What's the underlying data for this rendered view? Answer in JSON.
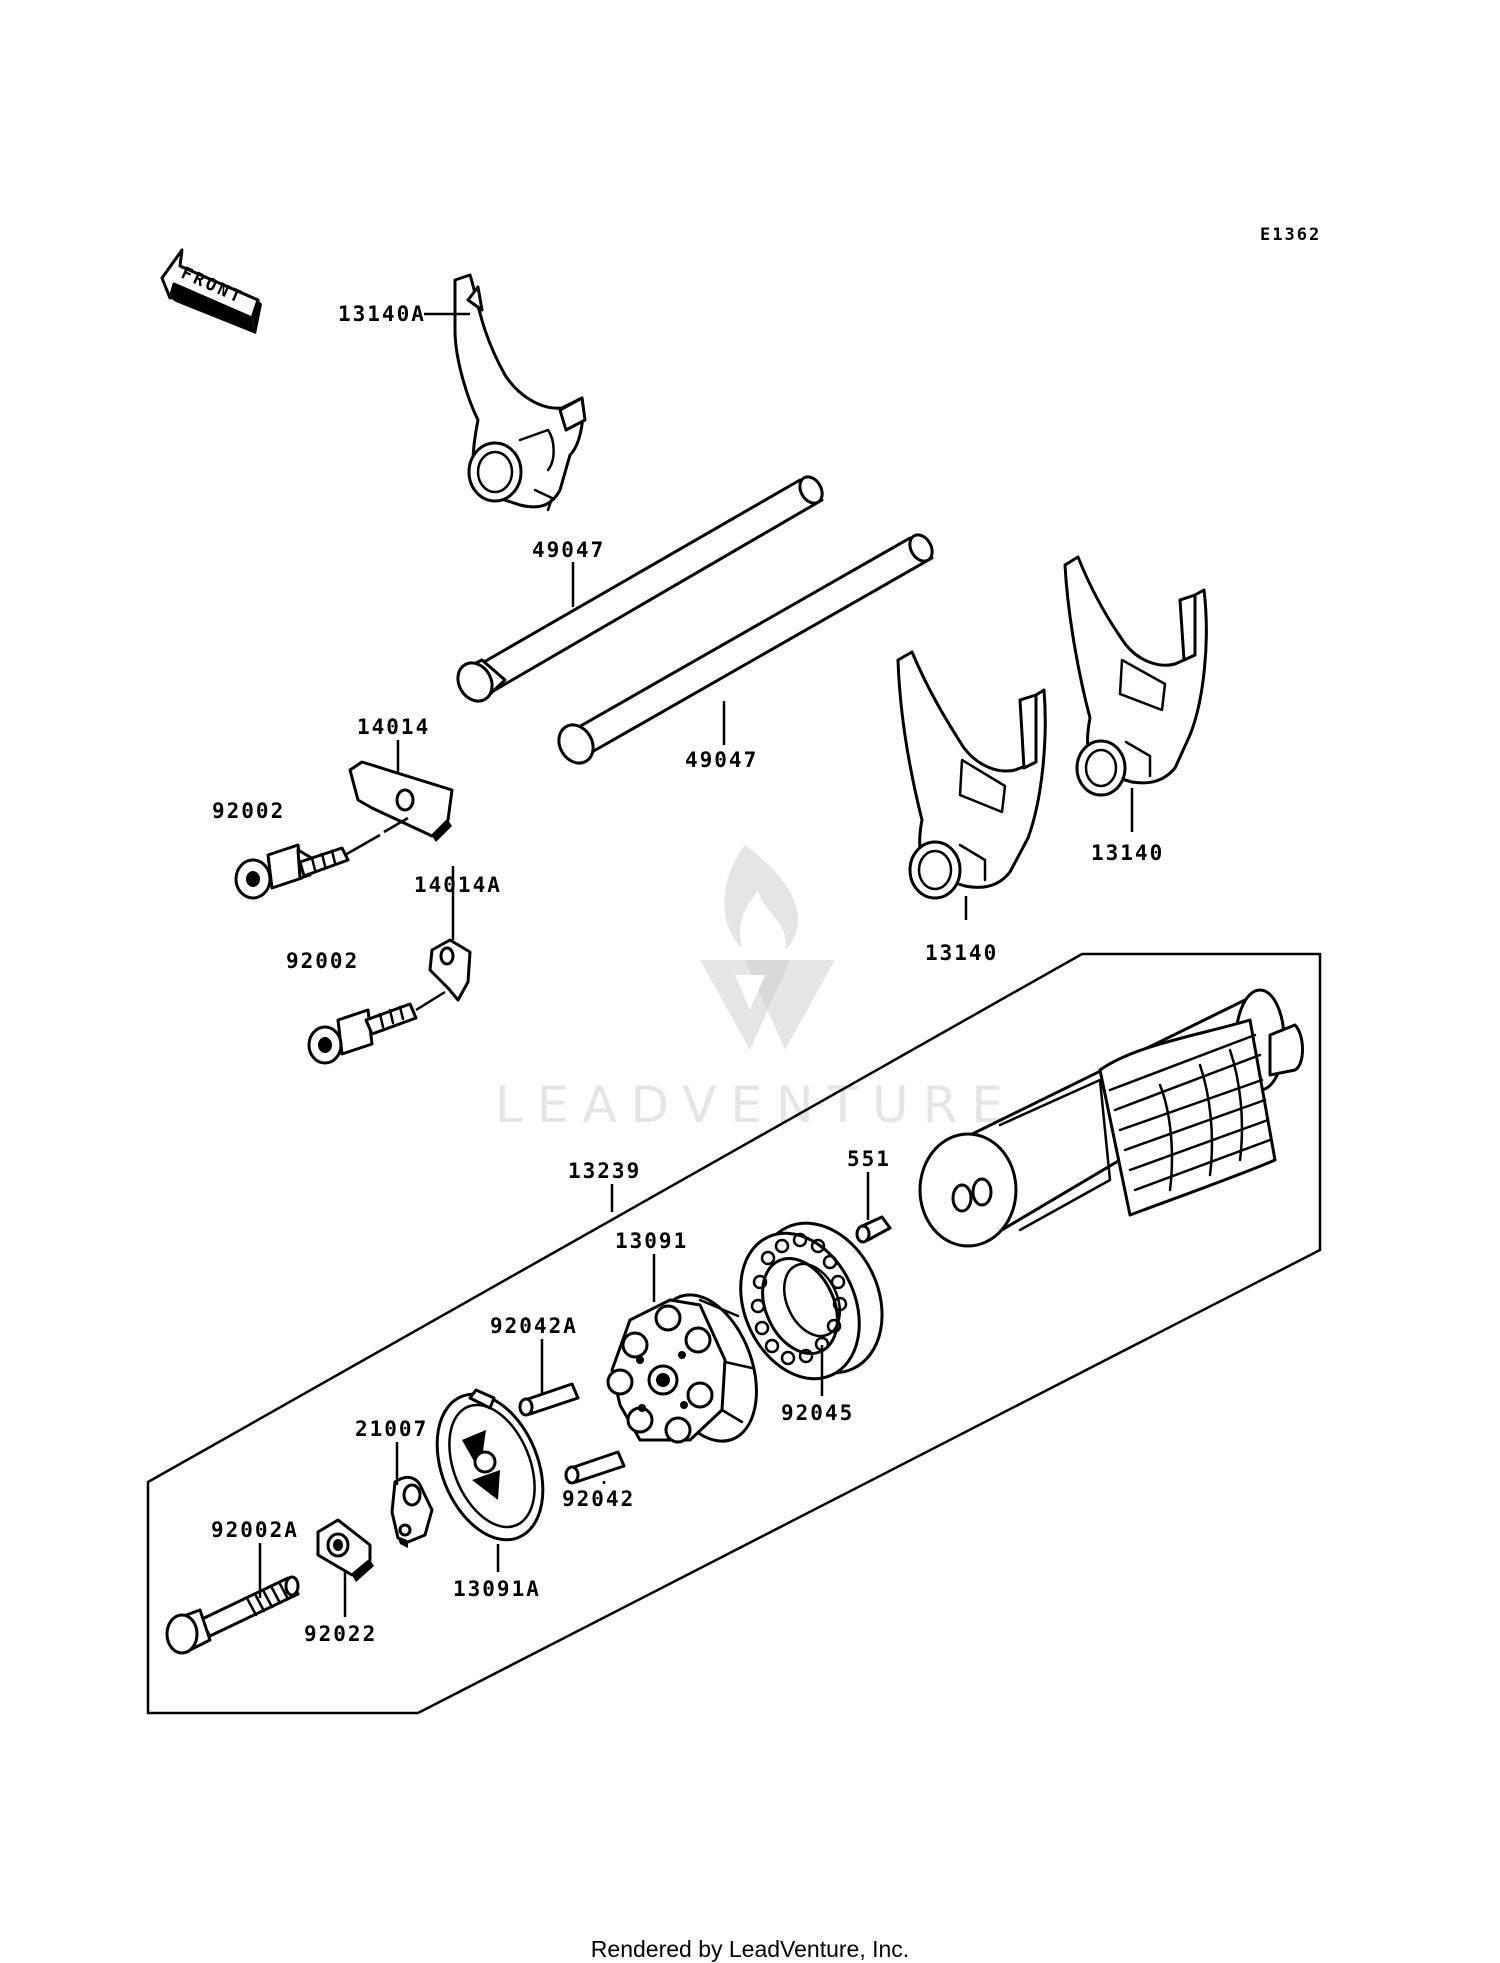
{
  "diagram_code": "E1362",
  "front_label": "FRONT",
  "watermark_text": "LEADVENTURE",
  "footer_text": "Rendered by LeadVenture, Inc.",
  "parts": [
    {
      "id": "p-13140A",
      "number": "13140A"
    },
    {
      "id": "p-49047-a",
      "number": "49047"
    },
    {
      "id": "p-49047-b",
      "number": "49047"
    },
    {
      "id": "p-14014",
      "number": "14014"
    },
    {
      "id": "p-92002-a",
      "number": "92002"
    },
    {
      "id": "p-14014A",
      "number": "14014A"
    },
    {
      "id": "p-92002-b",
      "number": "92002"
    },
    {
      "id": "p-13140-a",
      "number": "13140"
    },
    {
      "id": "p-13140-b",
      "number": "13140"
    },
    {
      "id": "p-13239",
      "number": "13239"
    },
    {
      "id": "p-551",
      "number": "551"
    },
    {
      "id": "p-13091",
      "number": "13091"
    },
    {
      "id": "p-92042A",
      "number": "92042A"
    },
    {
      "id": "p-92045",
      "number": "92045"
    },
    {
      "id": "p-21007",
      "number": "21007"
    },
    {
      "id": "p-92042",
      "number": "92042"
    },
    {
      "id": "p-92002A",
      "number": "92002A"
    },
    {
      "id": "p-13091A",
      "number": "13091A"
    },
    {
      "id": "p-92022",
      "number": "92022"
    }
  ]
}
